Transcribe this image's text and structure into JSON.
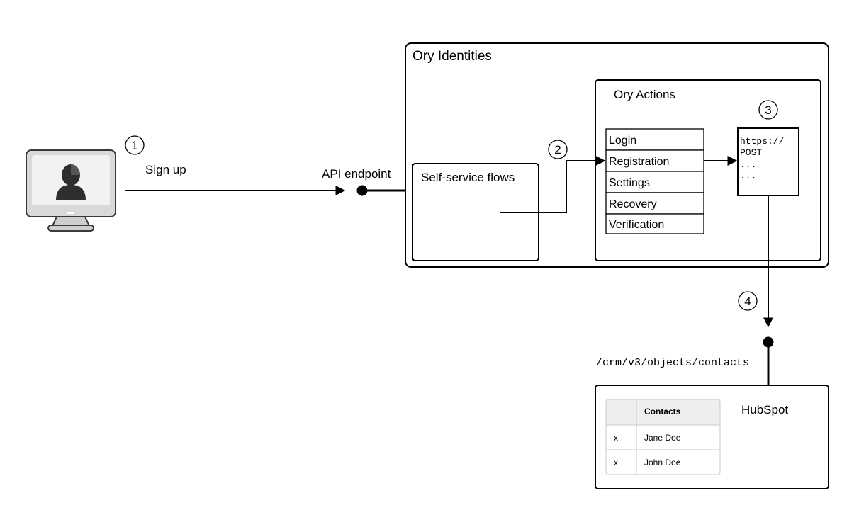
{
  "user": {
    "icon": "desktop-user-icon"
  },
  "steps": {
    "one": "1",
    "two": "2",
    "three": "3",
    "four": "4"
  },
  "labels": {
    "sign_up": "Sign up",
    "api_endpoint": "API endpoint",
    "endpoint_path": "/crm/v3/objects/contacts"
  },
  "ory_identities": {
    "title": "Ory Identities",
    "self_service": "Self-service flows",
    "actions": {
      "title": "Ory Actions",
      "flows": [
        "Login",
        "Registration",
        "Settings",
        "Recovery",
        "Verification"
      ]
    },
    "webhook_lines": [
      "https://",
      "POST",
      "...",
      "..."
    ]
  },
  "hubspot": {
    "title": "HubSpot",
    "table": {
      "headers": [
        "",
        "Contacts"
      ],
      "rows": [
        [
          "x",
          "Jane Doe"
        ],
        [
          "x",
          "John Doe"
        ]
      ]
    }
  }
}
